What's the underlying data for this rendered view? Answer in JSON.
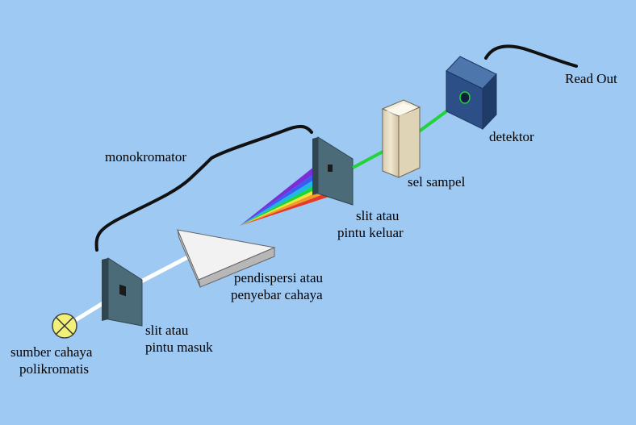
{
  "labels": {
    "monochromator": "monokromator",
    "read_out": "Read Out",
    "detector": "detektor",
    "sample_cell": "sel sampel",
    "exit_slit_1": "slit atau",
    "exit_slit_2": "pintu keluar",
    "disperser_1": "pendispersi atau",
    "disperser_2": "penyebar cahaya",
    "entrance_slit_1": "slit atau",
    "entrance_slit_2": "pintu masuk",
    "source_1": "sumber cahaya",
    "source_2": "polikromatis"
  },
  "colors": {
    "background": "#9ec9f3",
    "slit_panel": "#4c6b78",
    "detector_box": "#2b4f86",
    "beam_white": "#ffffff",
    "beam_green": "#22d43a",
    "lamp": "#f3f07a",
    "cuvette": "#e7dcc0"
  },
  "icons": {
    "lamp": "lamp-crossed-circle-icon",
    "prism": "prism-icon",
    "cuvette": "cuvette-icon",
    "detector": "detector-box-icon"
  }
}
